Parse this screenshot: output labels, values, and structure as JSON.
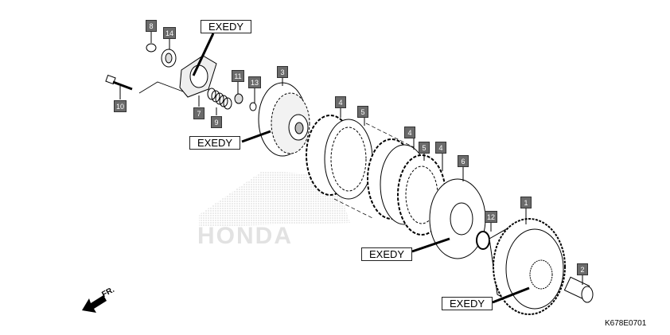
{
  "diagram": {
    "drawing_code": "K678E0701",
    "direction_label": "FR.",
    "watermark": "HONDA",
    "manufacturer_labels": [
      "EXEDY",
      "EXEDY",
      "EXEDY",
      "EXEDY"
    ],
    "callouts": [
      "8",
      "14",
      "10",
      "7",
      "9",
      "11",
      "13",
      "3",
      "4",
      "5",
      "4",
      "5",
      "4",
      "6",
      "12",
      "1",
      "2"
    ]
  }
}
